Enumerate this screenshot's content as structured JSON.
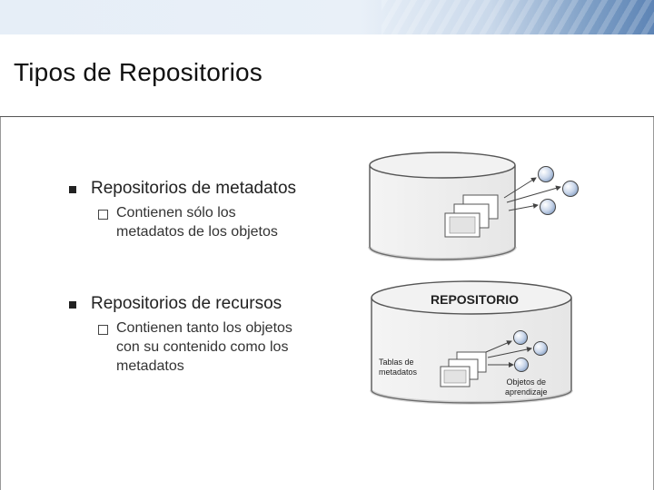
{
  "slide": {
    "title": "Tipos de Repositorios"
  },
  "bullets": [
    {
      "heading": "Repositorios de metadatos",
      "sub": [
        "Contienen sólo los",
        "metadatos de los objetos"
      ]
    },
    {
      "heading": "Repositorios de recursos",
      "sub": [
        "Contienen tanto los objetos",
        "con su contenido como los",
        "metadatos"
      ]
    }
  ],
  "diagram_bottom": {
    "label_repo": "REPOSITORIO",
    "label_tables_1": "Tablas de",
    "label_tables_2": "metadatos",
    "label_objects_1": "Objetos de",
    "label_objects_2": "aprendizaje"
  },
  "colors": {
    "accent_blue": "#5d84b5",
    "cylinder_fill": "#eeeeee",
    "outline": "#555555"
  }
}
